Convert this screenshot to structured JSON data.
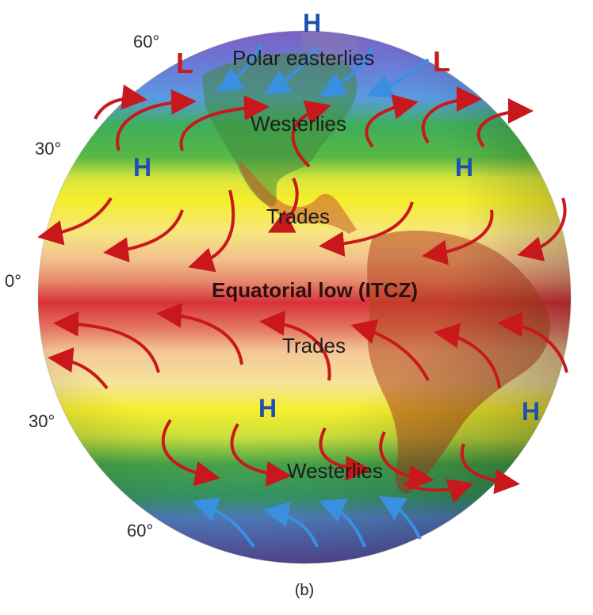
{
  "latitudes": {
    "n60": "60°",
    "n30": "30°",
    "eq": "0°",
    "s30": "30°",
    "s60": "60°"
  },
  "belts": {
    "polar_easterlies": "Polar easterlies",
    "westerlies_north": "Westerlies",
    "trades_north": "Trades",
    "itcz": "Equatorial low (ITCZ)",
    "trades_south": "Trades",
    "westerlies_south": "Westerlies"
  },
  "pressure": {
    "polar_high": "H",
    "low_left": "L",
    "low_right": "L",
    "subtropical_high_nw": "H",
    "subtropical_high_ne": "H",
    "subtropical_high_sw": "H",
    "subtropical_high_se": "H"
  },
  "caption": "(b)",
  "colors": {
    "equatorial_red": "#d8323a",
    "subtropical_yellow": "#f2ec2a",
    "temperate_green": "#2f9a4a",
    "polar_blue": "#5a7ad8",
    "wind_red": "#c8181c",
    "wind_blue": "#3a90e0",
    "high_blue": "#1f4fb0",
    "low_red": "#c41e1e"
  }
}
